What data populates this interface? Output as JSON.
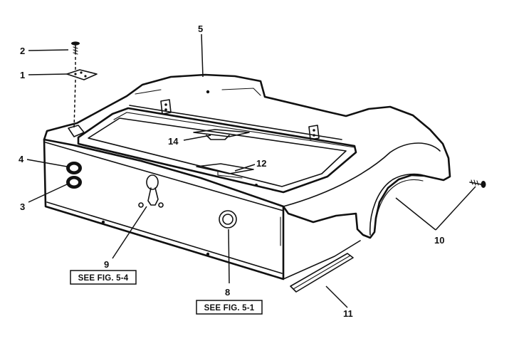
{
  "callouts": {
    "c1": "1",
    "c2": "2",
    "c3": "3",
    "c4": "4",
    "c5": "5",
    "c8": "8",
    "c9": "9",
    "c10": "10",
    "c11": "11",
    "c12": "12",
    "c14": "14"
  },
  "references": {
    "fig_5_4": "SEE FIG. 5-4",
    "fig_5_1": "SEE FIG. 5-1"
  }
}
